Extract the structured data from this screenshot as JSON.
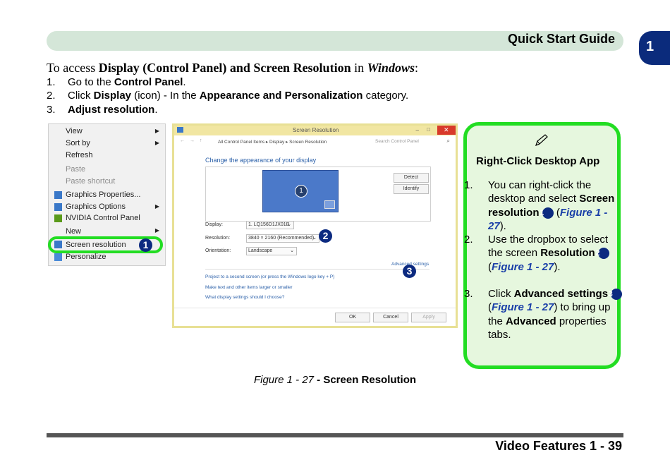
{
  "header": {
    "title": "Quick Start Guide",
    "chapter": "1"
  },
  "intro": {
    "prefix": "To access ",
    "bold": "Display (Control Panel) and Screen Resolution",
    "middle": " in ",
    "italic": "Windows",
    "suffix": ":"
  },
  "steps": [
    {
      "num": "1.",
      "pre": "Go to the ",
      "bold": "Control Panel",
      "post": ".",
      "bold2": "",
      "post2": ""
    },
    {
      "num": "2.",
      "pre": "Click ",
      "bold": "Display",
      "post": " (icon) - In the ",
      "bold2": "Appearance and Personalization",
      "post2": " category."
    },
    {
      "num": "3.",
      "pre": "",
      "bold": "Adjust resolution",
      "post": ".",
      "bold2": "",
      "post2": ""
    }
  ],
  "context_menu": {
    "items": [
      "View",
      "Sort by",
      "Refresh",
      "Paste",
      "Paste shortcut",
      "Graphics Properties...",
      "Graphics Options",
      "NVIDIA Control Panel",
      "New",
      "Screen resolution",
      "Personalize"
    ]
  },
  "window": {
    "title": "Screen Resolution",
    "address": "All Control Panel Items  ▸  Display  ▸  Screen Resolution",
    "search_placeholder": "Search Control Panel",
    "heading": "Change the appearance of your display",
    "monitor_number": "1",
    "detect": "Detect",
    "identify": "Identify",
    "display_label": "Display:",
    "display_value": "1. LQ156D1JX01B",
    "resolution_label": "Resolution:",
    "resolution_value": "3840 × 2160 (Recommended)",
    "orientation_label": "Orientation:",
    "orientation_value": "Landscape",
    "advanced": "Advanced settings",
    "link1": "Project to a second screen (or press the Windows logo key  + P)",
    "link2": "Make text and other items larger or smaller",
    "link3": "What display settings should I choose?",
    "ok": "OK",
    "cancel": "Cancel",
    "apply": "Apply"
  },
  "badges": [
    "1",
    "2",
    "3"
  ],
  "sidebar": {
    "title": "Right-Click Desktop App",
    "item1": {
      "num": "1.",
      "text": "You can right-click the desktop and select",
      "bold": "Screen resolution",
      "fig": "Figure 1 - 27"
    },
    "item2": {
      "num": "2.",
      "text": "Use the dropbox to select the screen",
      "bold": "Resolution",
      "fig": "Figure 1 - 27"
    },
    "item3": {
      "num": "3.",
      "text": "Click",
      "bold": "Advanced settings",
      "fig": "Figure 1 - 27",
      "text2": "to bring up the",
      "bold2": "Advanced",
      "text3": "properties tabs."
    }
  },
  "caption": {
    "fig": "Figure 1 - 27",
    "title": " - Screen Resolution"
  },
  "footer": {
    "text": "Video Features 1 - 39"
  },
  "colors": {
    "accent_green": "#22dd22",
    "badge_blue": "#0c2a80",
    "link_blue": "#1a3fa8"
  }
}
